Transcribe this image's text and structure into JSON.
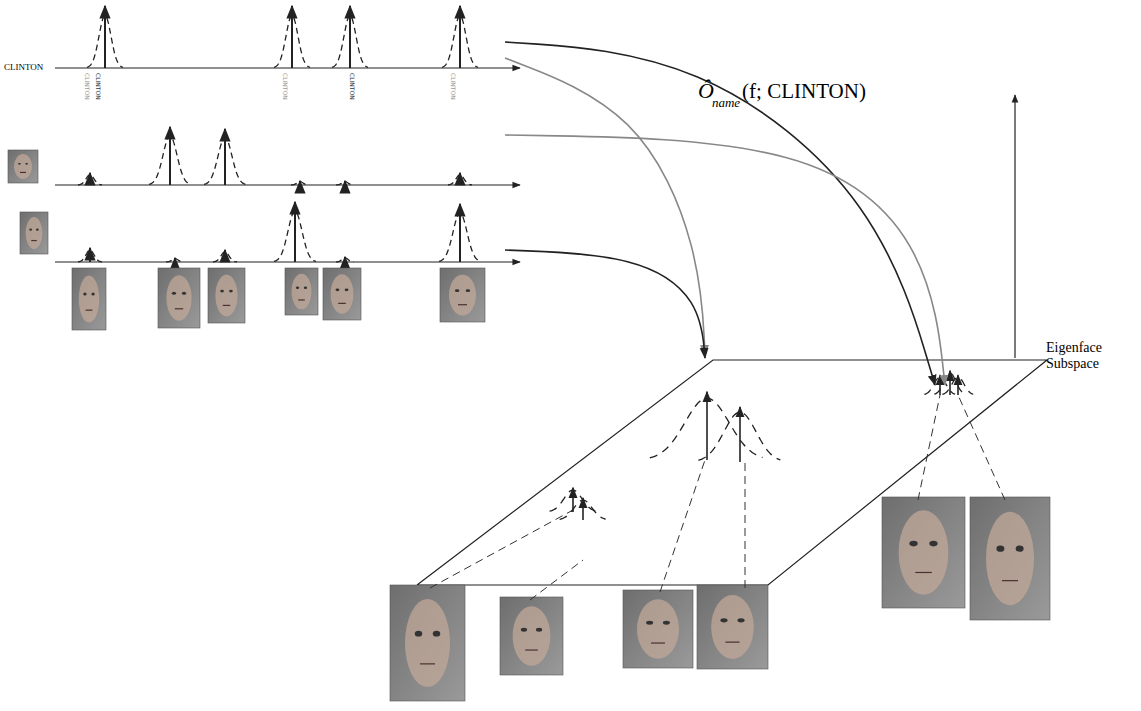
{
  "diagram": {
    "labels": [
      "CLINTON",
      "CLINTON",
      "CLINTON",
      "CLINTON",
      "CLINTON",
      "CLINTON",
      "Ô",
      "name",
      "(f; CLINTON)",
      "Eigenface Subspace"
    ]
  }
}
